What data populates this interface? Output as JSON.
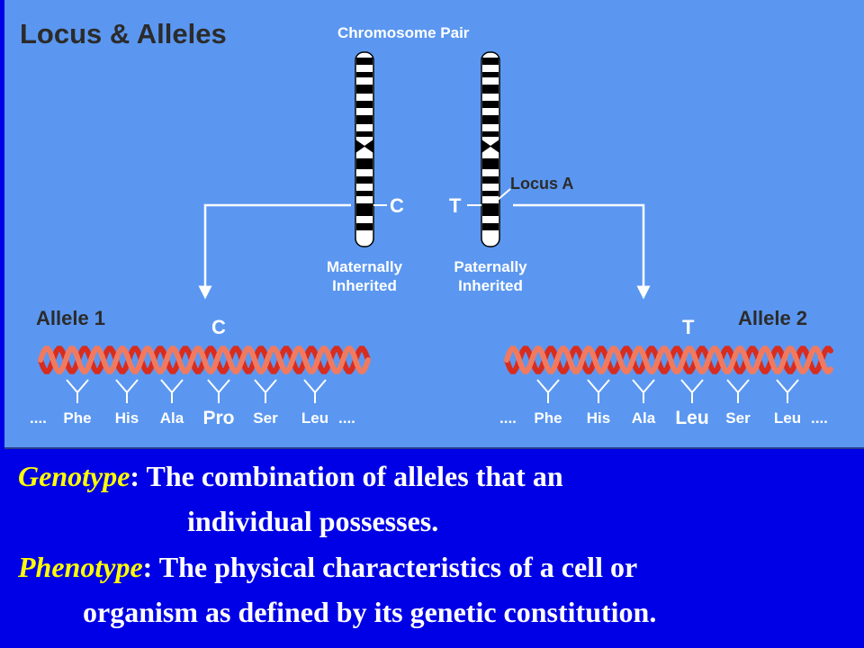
{
  "diagram": {
    "title": "Locus & Alleles",
    "chromosome_pair_label": "Chromosome Pair",
    "locus_label": "Locus A",
    "maternal": {
      "line1": "Maternally",
      "line2": "Inherited",
      "base": "C"
    },
    "paternal": {
      "line1": "Paternally",
      "line2": "Inherited",
      "base": "T"
    },
    "allele1": {
      "label": "Allele 1",
      "base": "C",
      "prefix": "....",
      "amino_acids": [
        "Phe",
        "His",
        "Ala",
        "Pro",
        "Ser",
        "Leu"
      ],
      "suffix": "...."
    },
    "allele2": {
      "label": "Allele 2",
      "base": "T",
      "prefix": "....",
      "amino_acids": [
        "Phe",
        "His",
        "Ala",
        "Leu",
        "Ser",
        "Leu"
      ],
      "suffix": "...."
    },
    "colors": {
      "panel": "#5b97f0",
      "helix_red": "#d82c1e",
      "helix_light": "#f07a60",
      "chromosome_band": "#000000",
      "text": "#ffffff"
    }
  },
  "definitions": {
    "genotype": {
      "term": "Genotype",
      "text_line1": ": The combination of alleles that an",
      "text_line2": "individual possesses."
    },
    "phenotype": {
      "term": "Phenotype",
      "text_line1": ": The physical characteristics of a cell or",
      "text_line2": "organism as defined by its genetic constitution."
    }
  }
}
